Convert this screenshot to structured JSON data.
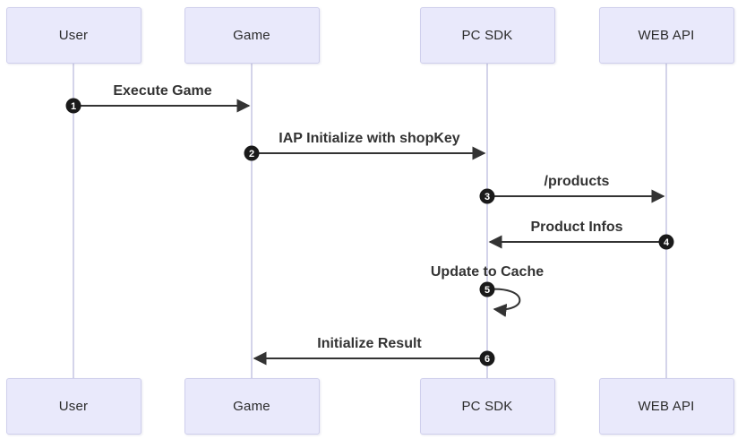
{
  "diagram": {
    "type": "sequence",
    "actors": [
      {
        "id": "user",
        "label": "User"
      },
      {
        "id": "game",
        "label": "Game"
      },
      {
        "id": "pcsdk",
        "label": "PC SDK"
      },
      {
        "id": "webapi",
        "label": "WEB API"
      }
    ],
    "messages": [
      {
        "seq": "1",
        "label": "Execute Game",
        "from": "user",
        "to": "game",
        "kind": "solid"
      },
      {
        "seq": "2",
        "label": "IAP Initialize with shopKey",
        "from": "game",
        "to": "pcsdk",
        "kind": "solid"
      },
      {
        "seq": "3",
        "label": "/products",
        "from": "pcsdk",
        "to": "webapi",
        "kind": "solid"
      },
      {
        "seq": "4",
        "label": "Product Infos",
        "from": "webapi",
        "to": "pcsdk",
        "kind": "solid"
      },
      {
        "seq": "5",
        "label": "Update to Cache",
        "from": "pcsdk",
        "to": "pcsdk",
        "kind": "self"
      },
      {
        "seq": "6",
        "label": "Initialize Result",
        "from": "pcsdk",
        "to": "game",
        "kind": "solid"
      }
    ],
    "colors": {
      "background": "#ffffff",
      "actor_fill": "#e9e9fb",
      "actor_border": "#cfcfec",
      "lifeline": "#c9c9e4",
      "arrow": "#333333",
      "label_text": "#333333",
      "number_fill": "#1a1a1a",
      "number_text": "#ffffff"
    }
  }
}
